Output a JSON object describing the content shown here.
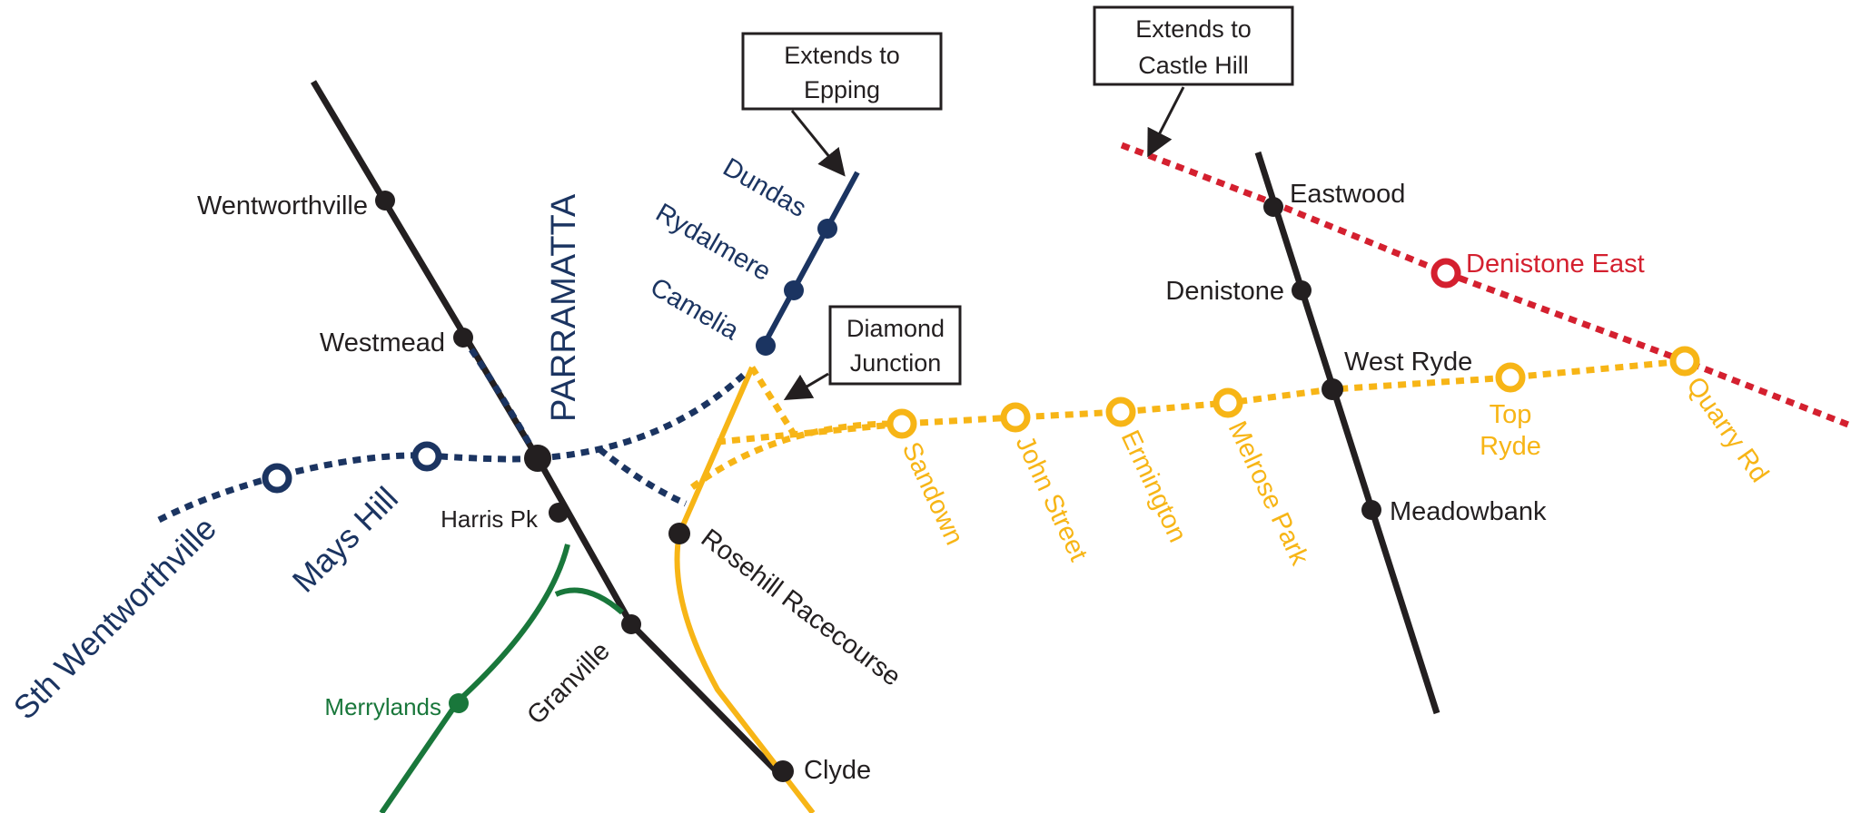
{
  "colors": {
    "black_line": "#231f20",
    "navy_line": "#1b3461",
    "yellow_line": "#f7b516",
    "red_line": "#d4202f",
    "green_line": "#19773b"
  },
  "lines": {
    "parramatta_label": "PARRAMATTA"
  },
  "stations": {
    "wentworthville": "Wentworthville",
    "westmead": "Westmead",
    "harris_pk": "Harris Pk",
    "granville": "Granville",
    "clyde": "Clyde",
    "merrylands": "Merrylands",
    "dundas": "Dundas",
    "rydalmere": "Rydalmere",
    "camelia": "Camelia",
    "rosehill_racecourse": "Rosehill Racecourse",
    "sth_wentworthville": "Sth Wentworthville",
    "mays_hill": "Mays Hill",
    "sandown": "Sandown",
    "john_street": "John Street",
    "ermington": "Ermington",
    "melrose_park": "Melrose Park",
    "top_ryde_1": "Top",
    "top_ryde_2": "Ryde",
    "quarry_rd": "Quarry Rd",
    "eastwood": "Eastwood",
    "denistone": "Denistone",
    "west_ryde": "West Ryde",
    "meadowbank": "Meadowbank",
    "denistone_east": "Denistone East"
  },
  "callouts": {
    "epping_1": "Extends to",
    "epping_2": "Epping",
    "castle_hill_1": "Extends to",
    "castle_hill_2": "Castle Hill",
    "diamond_1": "Diamond",
    "diamond_2": "Junction"
  }
}
